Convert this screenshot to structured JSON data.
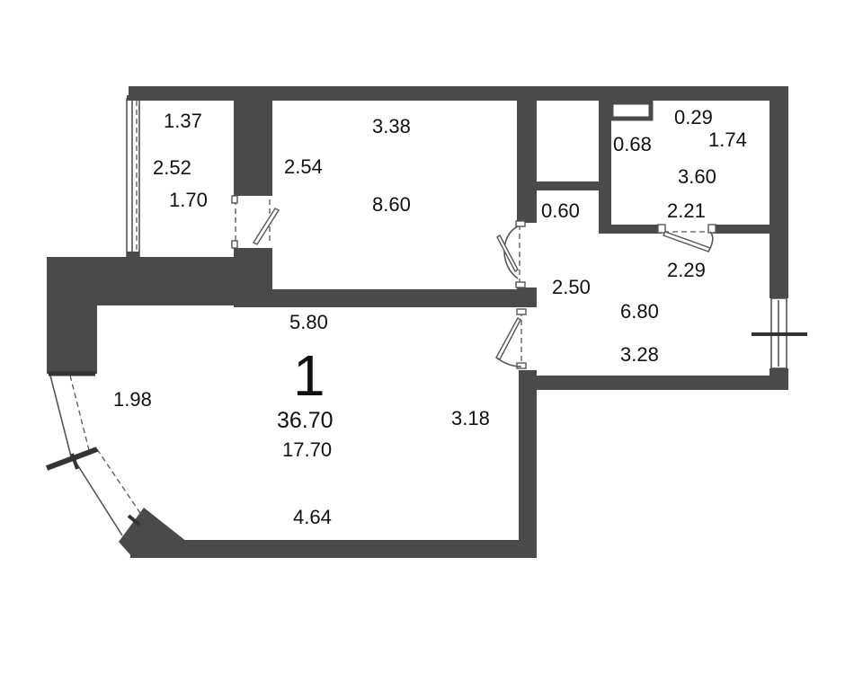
{
  "plan": {
    "rooms_count": "1",
    "total_area": "36.70",
    "living_area": "17.70",
    "balcony": {
      "width": "1.37",
      "length": "2.52",
      "area": "1.70"
    },
    "room_north": {
      "width": "3.38",
      "depth": "2.54",
      "area": "8.60"
    },
    "bathroom": {
      "d1": "0.29",
      "d2": "0.68",
      "width": "1.74",
      "area": "3.60",
      "depth": "2.21"
    },
    "kitchen": {
      "d1": "0.60",
      "d2": "2.29",
      "depth": "2.50",
      "area": "6.80",
      "width": "3.28"
    },
    "living_room": {
      "width": "5.80",
      "bay": "1.98",
      "depth": "3.18",
      "bottom": "4.64"
    }
  },
  "colors": {
    "wall": "#4a4a4b",
    "background": "#ffffff"
  }
}
